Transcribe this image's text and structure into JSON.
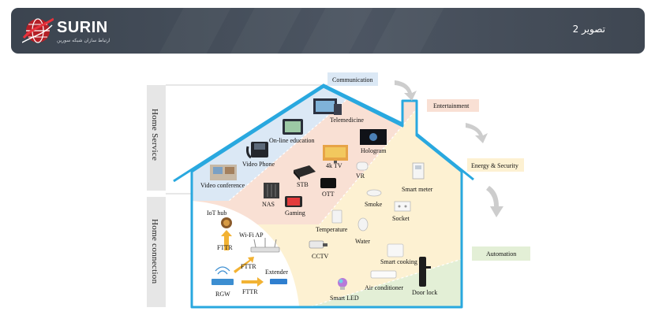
{
  "header": {
    "title": "تصویر 2",
    "logo_text": "SURIN",
    "logo_subtitle": "ارتباط سازان شبکه سورین",
    "colors": {
      "bar": "#454e5a",
      "logo_red": "#c0222c",
      "text": "#ffffff"
    }
  },
  "diagram": {
    "side_labels": {
      "service": "Home Service",
      "connection": "Home connection"
    },
    "categories": {
      "communication": "Communication",
      "entertainment": "Entertainment",
      "energy_security": "Energy & Security",
      "automation": "Automation"
    },
    "devices": {
      "telemedicine": "Telemedicine",
      "online_education": "On-line education",
      "video_phone": "Video Phone",
      "video_conference": "Video conference",
      "hologram": "Hologram",
      "tv_4k": "4k TV",
      "stb": "STB",
      "vr": "VR",
      "ott": "OTT",
      "nas": "NAS",
      "gaming": "Gaming",
      "smart_meter": "Smart meter",
      "smoke": "Smoke",
      "socket": "Socket",
      "temperature": "Temperature",
      "water": "Water",
      "cctv": "CCTV",
      "smart_cooking": "Smart cooking",
      "air_conditioner": "Air conditioner",
      "door_lock": "Door lock",
      "smart_led": "Smart LED",
      "iot_hub": "IoT hub",
      "wifi_ap": "Wi-Fi AP",
      "extender": "Extender",
      "rgw": "RGW"
    },
    "links": {
      "fttr_1": "FTTR",
      "fttr_2": "FTTR",
      "fttr_3": "FTTR"
    },
    "colors": {
      "house_outline": "#29a8df",
      "communication": "#dbe8f5",
      "entertainment": "#f9e0d4",
      "energy_security": "#fdf1d2",
      "automation": "#e3efd6",
      "arrow": "#f2b233",
      "side_panel": "#e6e6e6"
    }
  }
}
